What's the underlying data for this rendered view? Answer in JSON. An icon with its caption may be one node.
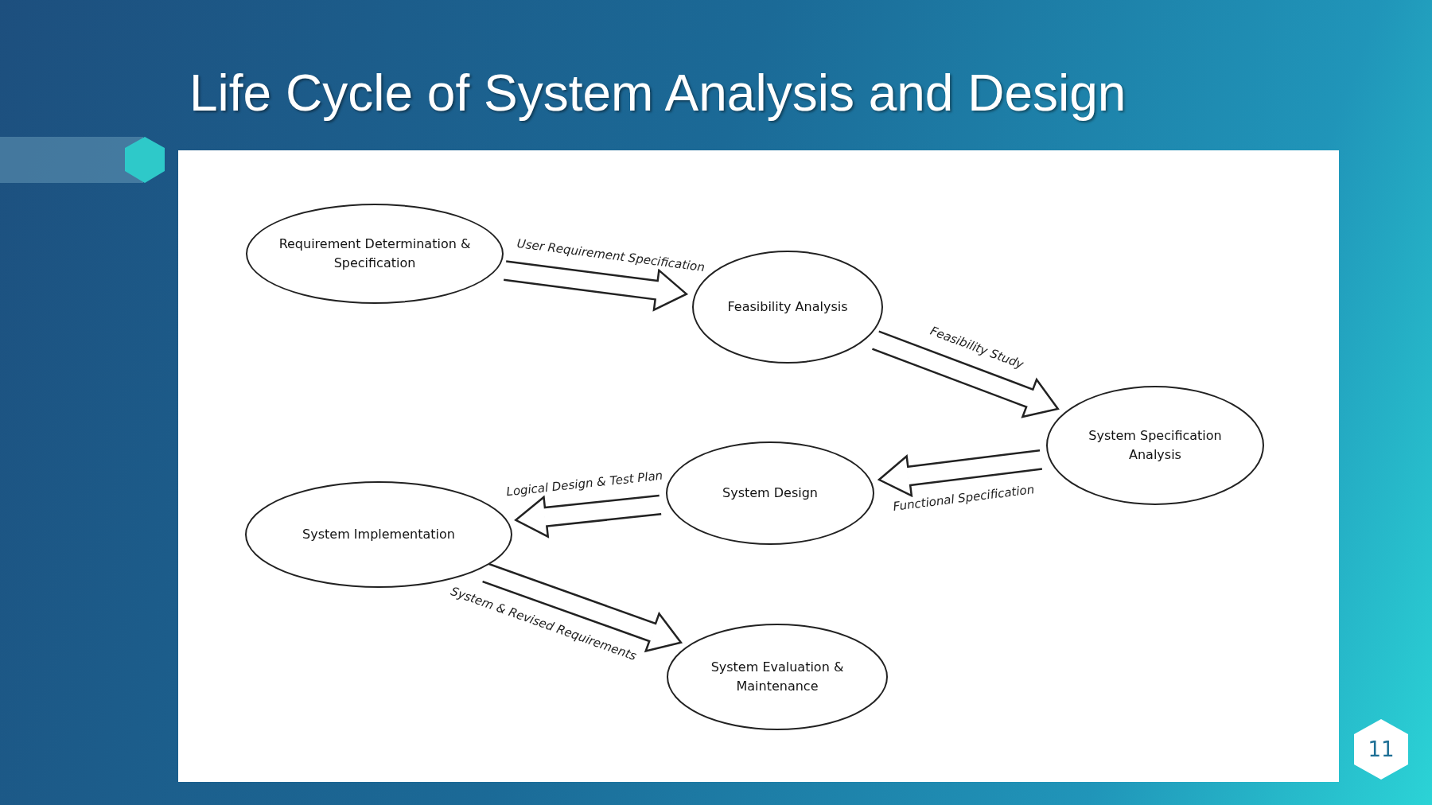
{
  "diagram": {
    "title": "Life Cycle of System Analysis and Design",
    "nodes": [
      {
        "text": [
          "Requirement Determination & Specification"
        ]
      },
      {
        "text": [
          "Feasibility Analysis"
        ]
      },
      {
        "text": [
          "System Specification Analysis"
        ]
      },
      {
        "text": [
          "System Design"
        ]
      },
      {
        "text": [
          "System Implementation"
        ]
      },
      {
        "text": [
          "System Evaluation & Maintenance"
        ]
      }
    ],
    "edges": [
      {
        "from": 0,
        "to": 1,
        "arrow": "to",
        "label": "User Requirement Specification"
      },
      {
        "from": 1,
        "to": 2,
        "arrow": "to",
        "label": "Feasibility Study"
      },
      {
        "from": 2,
        "to": 3,
        "arrow": "to",
        "label": "Functional Specification"
      },
      {
        "from": 3,
        "to": 4,
        "arrow": "to",
        "label": "Logical Design & Test Plan"
      },
      {
        "from": 4,
        "to": 5,
        "arrow": "to",
        "label": "System & Revised Requirements"
      }
    ],
    "labels": [
      "11"
    ]
  }
}
